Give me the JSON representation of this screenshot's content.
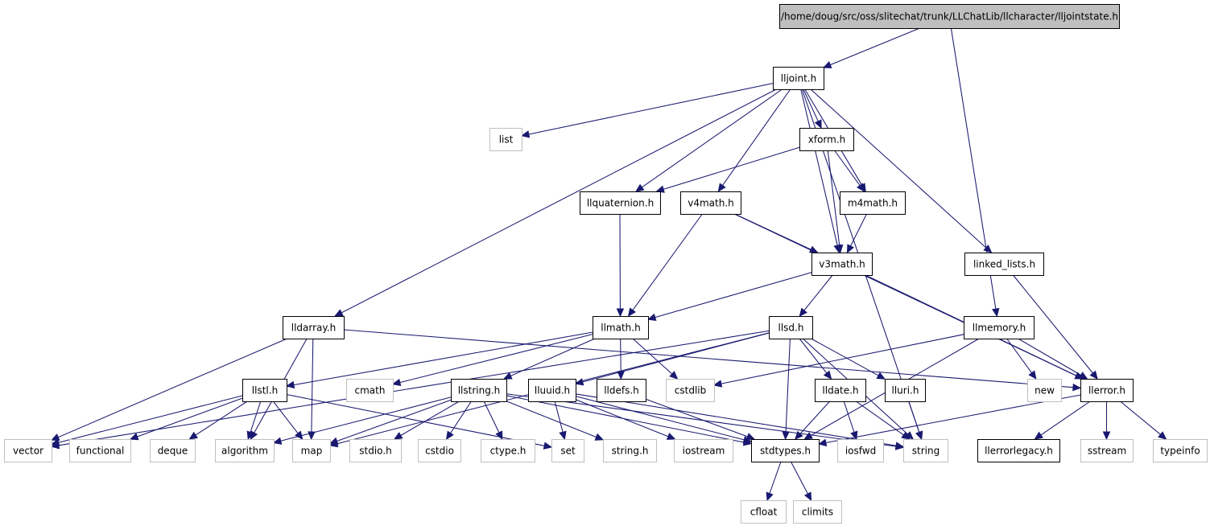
{
  "colors": {
    "edge": "#191970",
    "root_fill": "#bfbfbf",
    "node_border": "#000000",
    "external_border": "#bfbfbf",
    "text": "#000000",
    "background": "#ffffff"
  },
  "nodes": {
    "root": {
      "label": "/home/doug/src/oss/slitechat/trunk/LLChatLib/llcharacter/lljointstate.h",
      "kind": "root"
    },
    "lljoint": {
      "label": "lljoint.h",
      "kind": "file"
    },
    "list": {
      "label": "list",
      "kind": "external"
    },
    "xform": {
      "label": "xform.h",
      "kind": "file"
    },
    "llquaternion": {
      "label": "llquaternion.h",
      "kind": "file"
    },
    "v4math": {
      "label": "v4math.h",
      "kind": "file"
    },
    "m4math": {
      "label": "m4math.h",
      "kind": "file"
    },
    "v3math": {
      "label": "v3math.h",
      "kind": "file"
    },
    "linked_lists": {
      "label": "linked_lists.h",
      "kind": "file"
    },
    "lldarray": {
      "label": "lldarray.h",
      "kind": "file"
    },
    "llmath": {
      "label": "llmath.h",
      "kind": "file"
    },
    "llsd": {
      "label": "llsd.h",
      "kind": "file"
    },
    "llmemory": {
      "label": "llmemory.h",
      "kind": "file"
    },
    "llstl": {
      "label": "llstl.h",
      "kind": "file"
    },
    "cmath": {
      "label": "cmath",
      "kind": "external"
    },
    "llstring": {
      "label": "llstring.h",
      "kind": "file"
    },
    "lluuid": {
      "label": "lluuid.h",
      "kind": "file"
    },
    "lldefs": {
      "label": "lldefs.h",
      "kind": "file"
    },
    "cstdlib": {
      "label": "cstdlib",
      "kind": "external"
    },
    "lldate": {
      "label": "lldate.h",
      "kind": "file"
    },
    "lluri": {
      "label": "lluri.h",
      "kind": "file"
    },
    "new": {
      "label": "new",
      "kind": "external"
    },
    "llerror": {
      "label": "llerror.h",
      "kind": "file"
    },
    "vector": {
      "label": "vector",
      "kind": "external"
    },
    "functional": {
      "label": "functional",
      "kind": "external"
    },
    "deque": {
      "label": "deque",
      "kind": "external"
    },
    "algorithm": {
      "label": "algorithm",
      "kind": "external"
    },
    "map": {
      "label": "map",
      "kind": "external"
    },
    "stdio": {
      "label": "stdio.h",
      "kind": "external"
    },
    "cstdio": {
      "label": "cstdio",
      "kind": "external"
    },
    "ctype": {
      "label": "ctype.h",
      "kind": "external"
    },
    "set": {
      "label": "set",
      "kind": "external"
    },
    "string_h": {
      "label": "string.h",
      "kind": "external"
    },
    "iostream": {
      "label": "iostream",
      "kind": "external"
    },
    "stdtypes": {
      "label": "stdtypes.h",
      "kind": "file"
    },
    "iosfwd": {
      "label": "iosfwd",
      "kind": "external"
    },
    "string": {
      "label": "string",
      "kind": "external"
    },
    "llerrorlegacy": {
      "label": "llerrorlegacy.h",
      "kind": "file"
    },
    "sstream": {
      "label": "sstream",
      "kind": "external"
    },
    "typeinfo": {
      "label": "typeinfo",
      "kind": "external"
    },
    "cfloat": {
      "label": "cfloat",
      "kind": "external"
    },
    "climits": {
      "label": "climits",
      "kind": "external"
    }
  },
  "edges": [
    [
      "root",
      "lljoint"
    ],
    [
      "root",
      "llmemory"
    ],
    [
      "lljoint",
      "list"
    ],
    [
      "lljoint",
      "xform"
    ],
    [
      "lljoint",
      "llquaternion"
    ],
    [
      "lljoint",
      "v4math"
    ],
    [
      "lljoint",
      "m4math"
    ],
    [
      "lljoint",
      "v3math"
    ],
    [
      "lljoint",
      "linked_lists"
    ],
    [
      "lljoint",
      "lldarray"
    ],
    [
      "lljoint",
      "string"
    ],
    [
      "xform",
      "llquaternion"
    ],
    [
      "xform",
      "m4math"
    ],
    [
      "xform",
      "v3math"
    ],
    [
      "llquaternion",
      "llmath"
    ],
    [
      "v4math",
      "v3math"
    ],
    [
      "v4math",
      "llmath"
    ],
    [
      "v4math",
      "llerror"
    ],
    [
      "m4math",
      "v3math"
    ],
    [
      "v3math",
      "llmath"
    ],
    [
      "v3math",
      "llsd"
    ],
    [
      "v3math",
      "llerror"
    ],
    [
      "linked_lists",
      "llerror"
    ],
    [
      "lldarray",
      "vector"
    ],
    [
      "lldarray",
      "algorithm"
    ],
    [
      "lldarray",
      "map"
    ],
    [
      "lldarray",
      "llerror"
    ],
    [
      "llmath",
      "cmath"
    ],
    [
      "llmath",
      "cstdlib"
    ],
    [
      "llmath",
      "lldefs"
    ],
    [
      "llmath",
      "llstring"
    ],
    [
      "llmath",
      "llstl"
    ],
    [
      "llsd",
      "map"
    ],
    [
      "llsd",
      "lluuid"
    ],
    [
      "llsd",
      "lldate"
    ],
    [
      "llsd",
      "lluri"
    ],
    [
      "llsd",
      "stdtypes"
    ],
    [
      "llsd",
      "string"
    ],
    [
      "llsd",
      "vector"
    ],
    [
      "llmemory",
      "new"
    ],
    [
      "llmemory",
      "llerror"
    ],
    [
      "llmemory",
      "cstdlib"
    ],
    [
      "llmemory",
      "stdtypes"
    ],
    [
      "llstl",
      "vector"
    ],
    [
      "llstl",
      "functional"
    ],
    [
      "llstl",
      "deque"
    ],
    [
      "llstl",
      "algorithm"
    ],
    [
      "llstl",
      "map"
    ],
    [
      "llstl",
      "set"
    ],
    [
      "llstring",
      "stdio"
    ],
    [
      "llstring",
      "cstdio"
    ],
    [
      "llstring",
      "ctype"
    ],
    [
      "llstring",
      "string_h"
    ],
    [
      "llstring",
      "stdtypes"
    ],
    [
      "llstring",
      "map"
    ],
    [
      "llstring",
      "algorithm"
    ],
    [
      "llstring",
      "string"
    ],
    [
      "lluuid",
      "set"
    ],
    [
      "lluuid",
      "iostream"
    ],
    [
      "lluuid",
      "stdtypes"
    ],
    [
      "lluuid",
      "string"
    ],
    [
      "lldefs",
      "stdtypes"
    ],
    [
      "lldate",
      "stdtypes"
    ],
    [
      "lldate",
      "iosfwd"
    ],
    [
      "lldate",
      "string"
    ],
    [
      "lluri",
      "string"
    ],
    [
      "llerror",
      "llerrorlegacy"
    ],
    [
      "llerror",
      "sstream"
    ],
    [
      "llerror",
      "typeinfo"
    ],
    [
      "llerror",
      "stdtypes"
    ],
    [
      "stdtypes",
      "cfloat"
    ],
    [
      "stdtypes",
      "climits"
    ]
  ]
}
